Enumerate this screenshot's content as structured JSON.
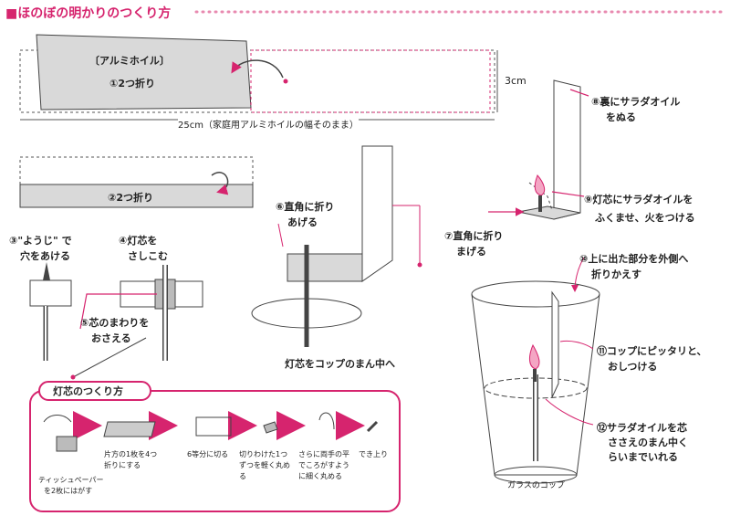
{
  "title": "■ほのぼの明かりのつくり方",
  "foil": {
    "label": "〔アルミホイル〕",
    "step1": "①2つ折り",
    "height": "3cm",
    "width": "25cm（家庭用アルミホイルの幅そのまま）"
  },
  "steps": {
    "s2": "②2つ折り",
    "s3a": "③\"ようじ\" で",
    "s3b": "穴をあける",
    "s4a": "④灯芯を",
    "s4b": "さしこむ",
    "s5a": "⑤芯のまわりを",
    "s5b": "おさえる",
    "s6a": "⑥直角に折り",
    "s6b": "あげる",
    "s7a": "⑦直角に折り",
    "s7b": "まげる",
    "s8a": "⑧裏にサラダオイル",
    "s8b": "をぬる",
    "s9a": "⑨灯芯にサラダオイルを",
    "s9b": "ふくませ、火をつける",
    "s10a": "⑩上に出た部分を外側へ",
    "s10b": "折りかえす",
    "s11a": "⑪コップにピッタリと、",
    "s11b": "おしつける",
    "s12a": "⑫サラダオイルを芯",
    "s12b": "ささえのまん中く",
    "s12c": "らいまでいれる",
    "center": "灯芯をコップのまん中へ",
    "cup": "ガラスのコップ"
  },
  "wick": {
    "title": "灯芯のつくり方",
    "w1a": "ティッシュペーパー",
    "w1b": "を2枚にはがす",
    "w2a": "片方の1枚を4つ",
    "w2b": "折りにする",
    "w3": "6等分に切る",
    "w4a": "切りわけた1つ",
    "w4b": "ずつを軽く丸め",
    "w4c": "る",
    "w5a": "さらに両手の平",
    "w5b": "でころがすよう",
    "w5c": "に細く丸める",
    "w6": "でき上り"
  },
  "colors": {
    "accent": "#d6246e",
    "foil": "#d9d9d9"
  }
}
